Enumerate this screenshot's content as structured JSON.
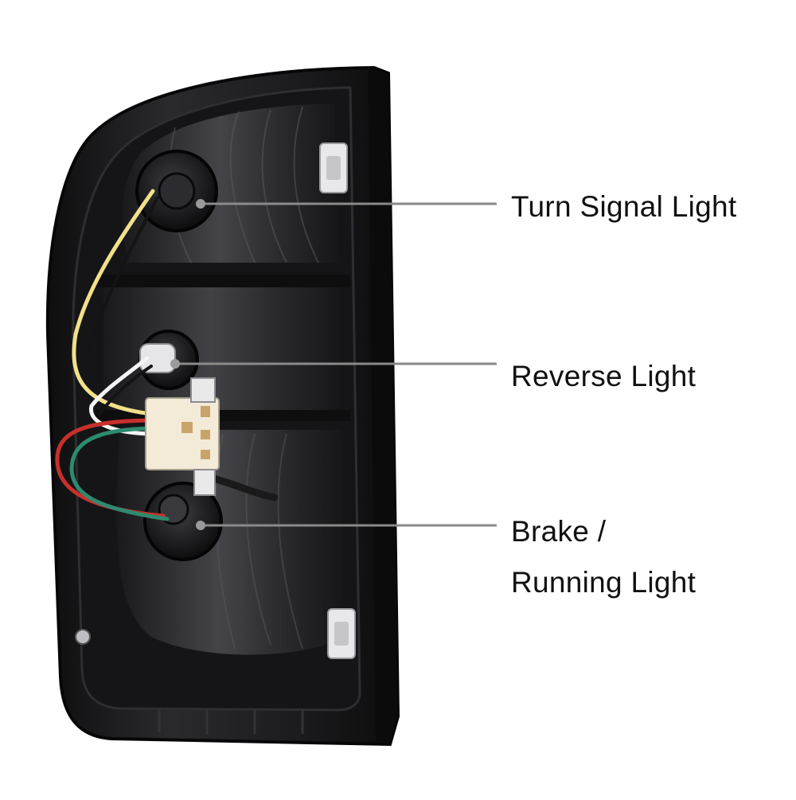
{
  "labels": {
    "turn_signal": "Turn Signal Light",
    "reverse": "Reverse Light",
    "brake_line1": "Brake /",
    "brake_line2": "Running Light"
  },
  "colors": {
    "housing": "#1b1b1d",
    "housing_edge": "#0a0a0b",
    "leader_line": "#8a8a8a",
    "wire_yellow": "#f2e08a",
    "wire_red": "#c8302c",
    "wire_green": "#2e8a6e",
    "wire_white": "#f4f4f4",
    "connector": "#f3ead8"
  }
}
